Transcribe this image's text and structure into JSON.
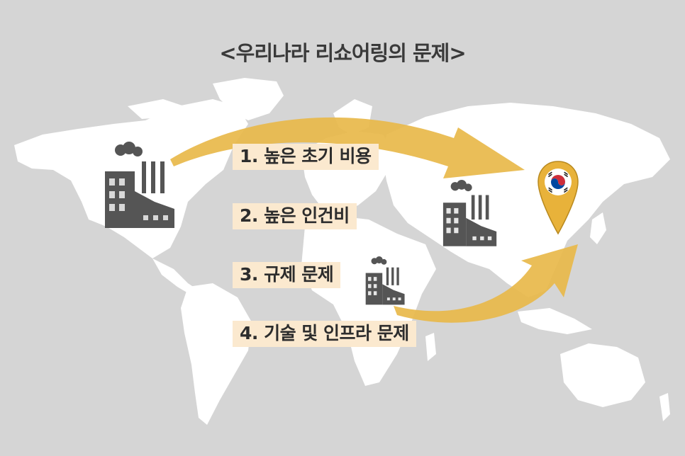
{
  "title": "<우리나라 리쇼어링의 문제>",
  "problems": [
    {
      "label": "1. 높은 초기 비용"
    },
    {
      "label": "2. 높은 인건비"
    },
    {
      "label": "3. 규제 문제"
    },
    {
      "label": "4. 기술 및 인프라 문제"
    }
  ],
  "colors": {
    "background": "#d5d5d5",
    "land": "#ffffff",
    "arrow": "#e8b84a",
    "label_bg": "#fbe9cf",
    "factory": "#555555",
    "pin": "#e8b23a"
  },
  "icons": {
    "factory": "factory-icon",
    "pin": "location-pin-icon",
    "flag": "korea-flag-icon"
  }
}
